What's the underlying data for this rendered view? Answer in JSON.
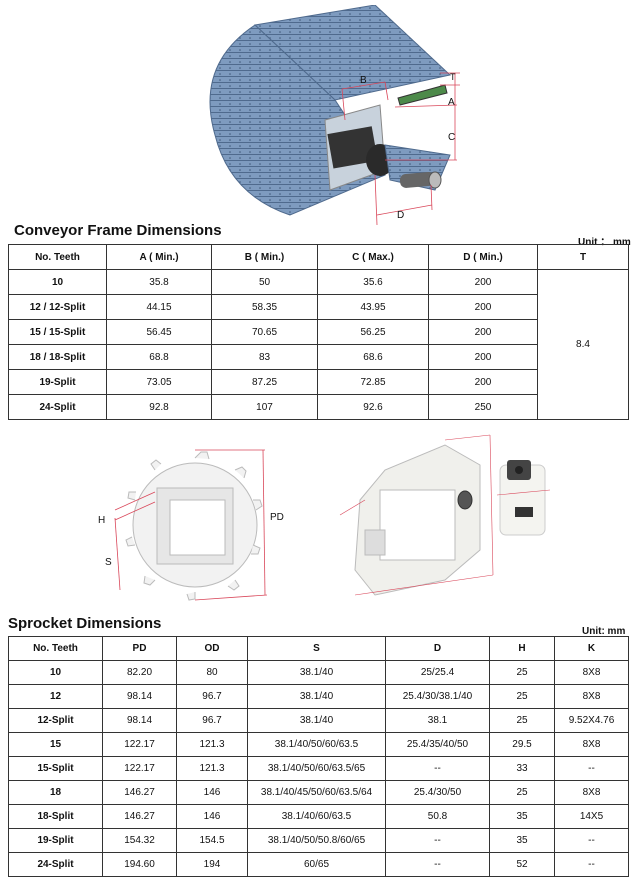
{
  "conveyor": {
    "title": "Conveyor Frame Dimensions",
    "unit": "Unit ： mm",
    "dim_labels": {
      "b": "B",
      "t": "T",
      "a": "A",
      "c": "C",
      "d": "D"
    },
    "headers": [
      "No. Teeth",
      "A ( Min.)",
      "B ( Min.)",
      "C ( Max.)",
      "D ( Min.)",
      "T"
    ],
    "rows": [
      [
        "10",
        "35.8",
        "50",
        "35.6",
        "200"
      ],
      [
        "12 / 12-Split",
        "44.15",
        "58.35",
        "43.95",
        "200"
      ],
      [
        "15 / 15-Split",
        "56.45",
        "70.65",
        "56.25",
        "200"
      ],
      [
        "18 / 18-Split",
        "68.8",
        "83",
        "68.6",
        "200"
      ],
      [
        "19-Split",
        "73.05",
        "87.25",
        "72.85",
        "200"
      ],
      [
        "24-Split",
        "92.8",
        "107",
        "92.6",
        "250"
      ]
    ],
    "t_value": "8.4"
  },
  "sprocket_figure": {
    "h": "H",
    "s": "S",
    "pd": "PD"
  },
  "sprocket": {
    "title": "Sprocket Dimensions",
    "unit": "Unit: mm",
    "headers": [
      "No. Teeth",
      "PD",
      "OD",
      "S",
      "D",
      "H",
      "K"
    ],
    "rows": [
      [
        "10",
        "82.20",
        "80",
        "38.1/40",
        "25/25.4",
        "25",
        "8X8"
      ],
      [
        "12",
        "98.14",
        "96.7",
        "38.1/40",
        "25.4/30/38.1/40",
        "25",
        "8X8"
      ],
      [
        "12-Split",
        "98.14",
        "96.7",
        "38.1/40",
        "38.1",
        "25",
        "9.52X4.76"
      ],
      [
        "15",
        "122.17",
        "121.3",
        "38.1/40/50/60/63.5",
        "25.4/35/40/50",
        "29.5",
        "8X8"
      ],
      [
        "15-Split",
        "122.17",
        "121.3",
        "38.1/40/50/60/63.5/65",
        "--",
        "33",
        "--"
      ],
      [
        "18",
        "146.27",
        "146",
        "38.1/40/45/50/60/63.5/64",
        "25.4/30/50",
        "25",
        "8X8"
      ],
      [
        "18-Split",
        "146.27",
        "146",
        "38.1/40/60/63.5",
        "50.8",
        "35",
        "14X5"
      ],
      [
        "19-Split",
        "154.32",
        "154.5",
        "38.1/40/50/50.8/60/65",
        "--",
        "35",
        "--"
      ],
      [
        "24-Split",
        "194.60",
        "194",
        "60/65",
        "--",
        "52",
        "--"
      ]
    ]
  }
}
